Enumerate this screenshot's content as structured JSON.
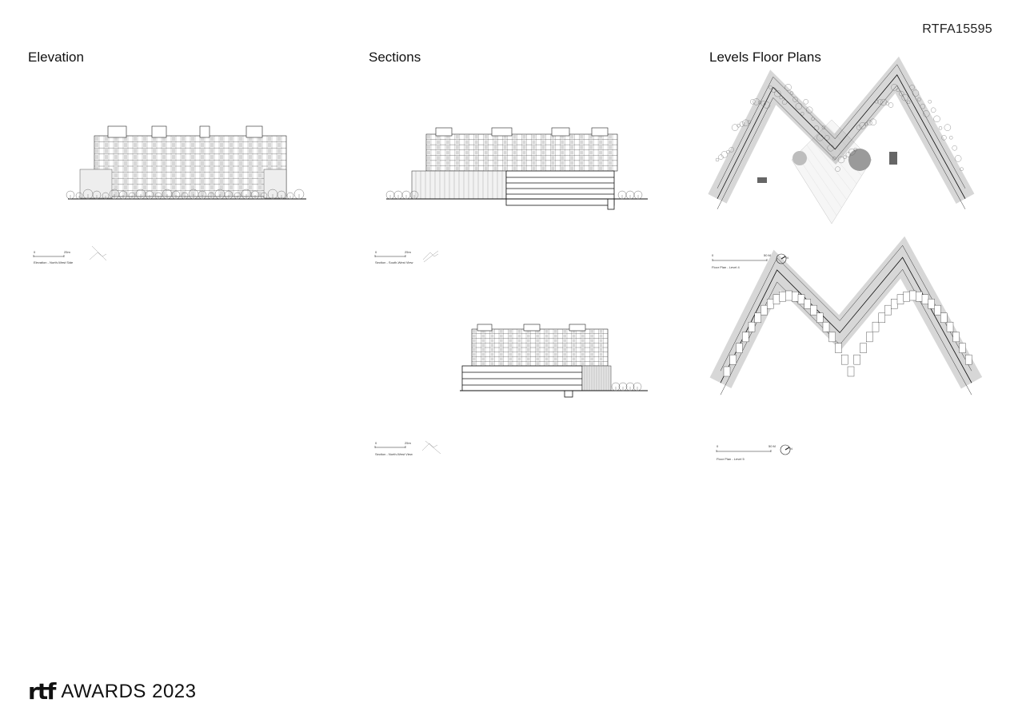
{
  "code": "RTFA15595",
  "columns": {
    "elevation": {
      "title": "Elevation"
    },
    "sections": {
      "title": "Sections"
    },
    "plans": {
      "title": "Levels Floor Plans"
    }
  },
  "drawings": {
    "elevation_nw": {
      "caption": "Elevation - North-West Side",
      "scale_start": "0",
      "scale_end": "25m"
    },
    "section_sw": {
      "caption": "Section - South-West View",
      "scale_start": "0",
      "scale_end": "25m"
    },
    "section_nw": {
      "caption": "Section - North-West View",
      "scale_start": "0",
      "scale_end": "25m"
    },
    "plan_l4": {
      "caption": "Floor Plan - Level 4",
      "scale_start": "0",
      "scale_end": "50 M",
      "north": "N"
    },
    "plan_l5": {
      "caption": "Floor Plan - Level 5",
      "scale_start": "0",
      "scale_end": "50 M",
      "north": "N"
    }
  },
  "footer": {
    "logo_mark": "rtf",
    "logo_text": "AWARDS 2023"
  }
}
